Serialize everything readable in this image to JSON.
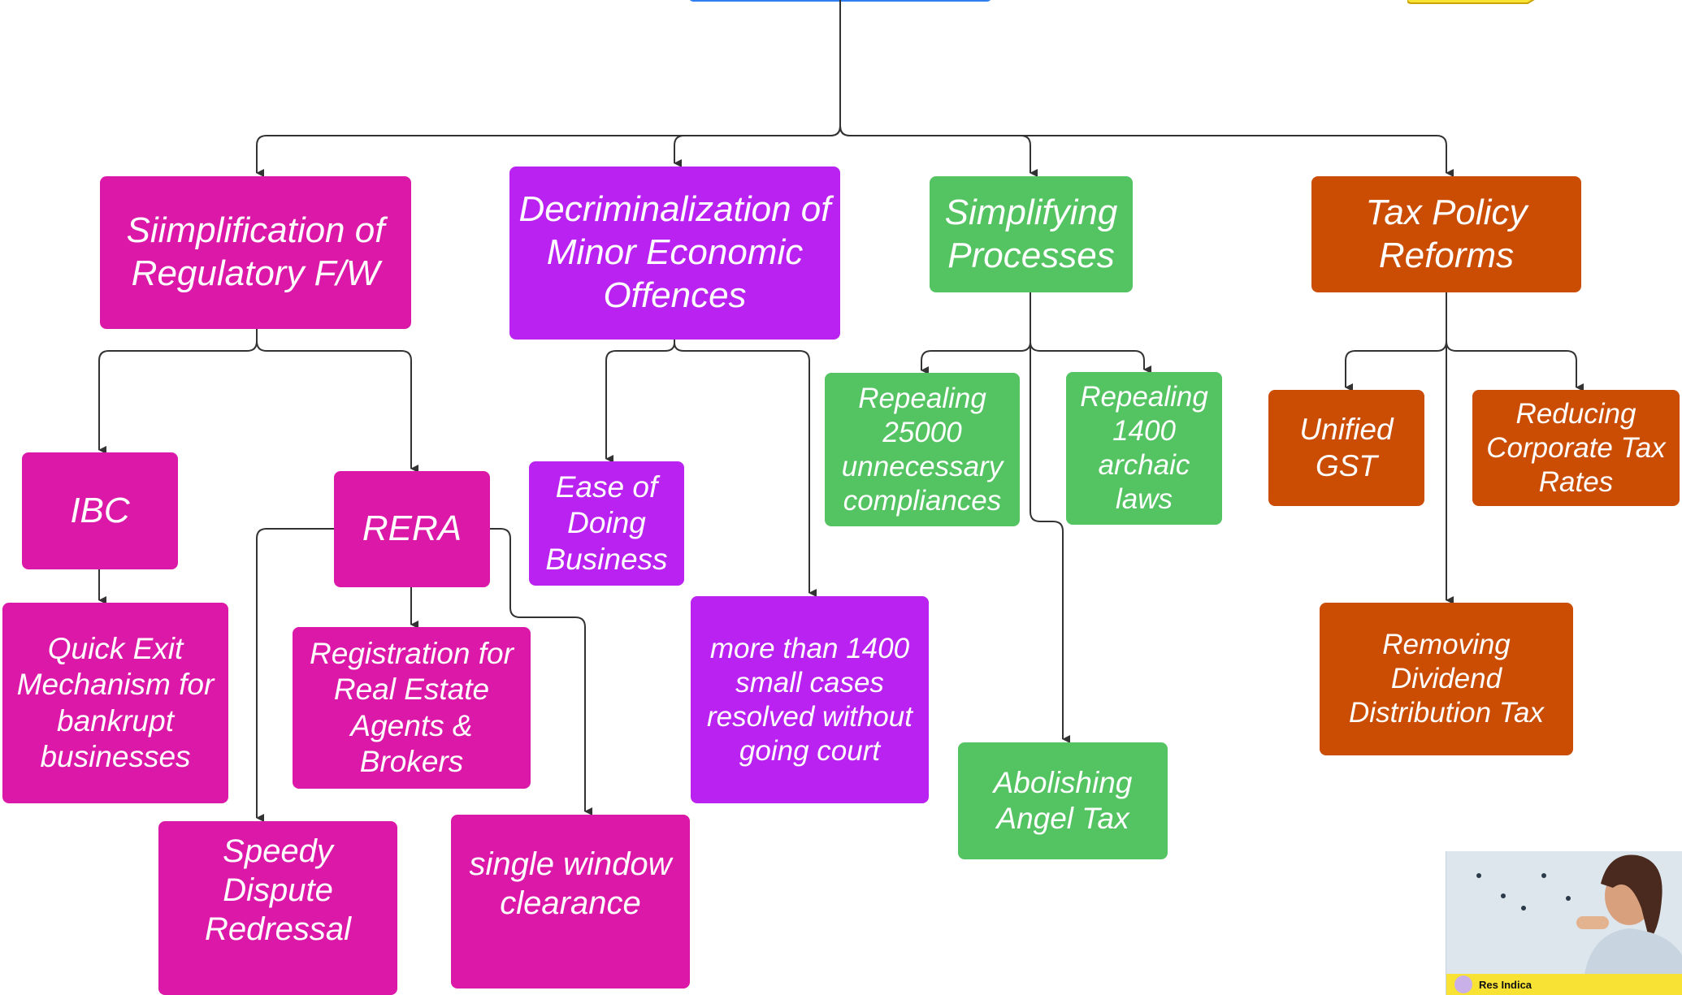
{
  "diagram": {
    "categories": [
      {
        "key": "regulatory",
        "title": "Siimplification of Regulatory F/W",
        "color": "#dc18a8",
        "children": [
          {
            "key": "ibc",
            "label": "IBC",
            "children": [
              "Quick Exit Mechanism for bankrupt businesses"
            ]
          },
          {
            "key": "rera",
            "label": "RERA",
            "children": [
              "Registration for Real Estate Agents & Brokers",
              "Speedy Dispute Redressal",
              "single window clearance"
            ]
          }
        ]
      },
      {
        "key": "decrim",
        "title": "Decriminalization of Minor Economic Offences",
        "color": "#b922f0",
        "children": [
          "Ease of Doing Business",
          "more than 1400 small cases resolved without going court"
        ]
      },
      {
        "key": "processes",
        "title": "Simplifying Processes",
        "color": "#54c362",
        "children": [
          "Repealing 25000 unnecessary compliances",
          "Repealing 1400 archaic laws",
          "Abolishing Angel Tax"
        ]
      },
      {
        "key": "tax",
        "title": "Tax Policy Reforms",
        "color": "#cb4c03",
        "children": [
          "Unified GST",
          "Reducing Corporate Tax Rates",
          "Removing Dividend Distribution Tax"
        ]
      }
    ],
    "root_color": "#2f7ff0",
    "callout_color": "#f8e234",
    "connector_color": "#333333"
  },
  "video": {
    "caption": "Res Indica",
    "bar_color": "#f8e234"
  }
}
